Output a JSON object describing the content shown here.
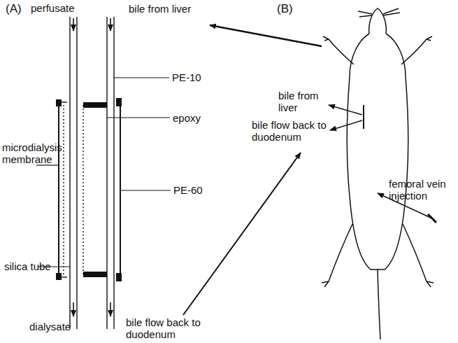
{
  "diagram": {
    "labels": [
      "(A)",
      "perfusate",
      "bile from liver",
      "PE-10",
      "epoxy",
      "microdialysis membrane",
      "PE-60",
      "silica tube",
      "dialysate",
      "bile flow back to duodenum",
      "(B)",
      "bile from liver",
      "bile flow back to duodenum",
      "femoral vein injection"
    ]
  }
}
